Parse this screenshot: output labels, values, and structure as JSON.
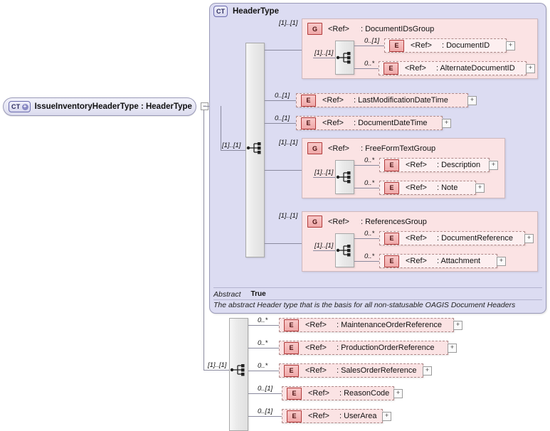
{
  "root": {
    "badge": "CT",
    "badge_expand": "+",
    "label": "IssueInventoryHeaderType : HeaderType",
    "collapse_toggle": "−"
  },
  "complex_type": {
    "badge": "CT",
    "title": "HeaderType",
    "abstract_key": "Abstract",
    "abstract_value": "True",
    "documentation": "The abstract Header type that is the basis for all non-statusable OAGIS Document Headers",
    "cardinality_root": "[1]..[1]"
  },
  "groups": [
    {
      "badge": "G",
      "ref": "<Ref>",
      "name": ": DocumentIDsGroup",
      "outer_cardinality": "[1]..[1]",
      "inner_cardinality": "[1]..[1]",
      "children": [
        {
          "badge": "E",
          "ref": "<Ref>",
          "name": ": DocumentID",
          "cardinality": "0..[1]",
          "expand": "+"
        },
        {
          "badge": "E",
          "ref": "<Ref>",
          "name": ": AlternateDocumentID",
          "cardinality": "0..*",
          "expand": "+"
        }
      ]
    },
    {
      "badge": "G",
      "ref": "<Ref>",
      "name": ": FreeFormTextGroup",
      "outer_cardinality": "[1]..[1]",
      "inner_cardinality": "[1]..[1]",
      "children": [
        {
          "badge": "E",
          "ref": "<Ref>",
          "name": ": Description",
          "cardinality": "0..*",
          "expand": "+"
        },
        {
          "badge": "E",
          "ref": "<Ref>",
          "name": ": Note",
          "cardinality": "0..*",
          "expand": "+"
        }
      ]
    },
    {
      "badge": "G",
      "ref": "<Ref>",
      "name": ": ReferencesGroup",
      "outer_cardinality": "[1]..[1]",
      "inner_cardinality": "[1]..[1]",
      "children": [
        {
          "badge": "E",
          "ref": "<Ref>",
          "name": ": DocumentReference",
          "cardinality": "0..*",
          "expand": "+"
        },
        {
          "badge": "E",
          "ref": "<Ref>",
          "name": ": Attachment",
          "cardinality": "0..*",
          "expand": "+"
        }
      ]
    }
  ],
  "ct_direct_elements": [
    {
      "badge": "E",
      "ref": "<Ref>",
      "name": ": LastModificationDateTime",
      "cardinality": "0..[1]",
      "expand": "+"
    },
    {
      "badge": "E",
      "ref": "<Ref>",
      "name": ": DocumentDateTime",
      "cardinality": "0..[1]",
      "expand": "+"
    }
  ],
  "bottom_sequence": {
    "cardinality": "[1]..[1]",
    "elements": [
      {
        "badge": "E",
        "ref": "<Ref>",
        "name": ": MaintenanceOrderReference",
        "cardinality": "0..*",
        "expand": "+"
      },
      {
        "badge": "E",
        "ref": "<Ref>",
        "name": ": ProductionOrderReference",
        "cardinality": "0..*",
        "expand": "+"
      },
      {
        "badge": "E",
        "ref": "<Ref>",
        "name": ": SalesOrderReference",
        "cardinality": "0..*",
        "expand": "+"
      },
      {
        "badge": "E",
        "ref": "<Ref>",
        "name": ": ReasonCode",
        "cardinality": "0..[1]",
        "expand": "+"
      },
      {
        "badge": "E",
        "ref": "<Ref>",
        "name": ": UserArea",
        "cardinality": "0..[1]",
        "expand": "+"
      }
    ]
  },
  "colors": {
    "ct_fill": "#dcdcf2",
    "group_fill": "#fbe3e4",
    "element_fill": "#fbe3e4",
    "line": "#8a8a9e",
    "badge_border": "#b03a3a"
  }
}
